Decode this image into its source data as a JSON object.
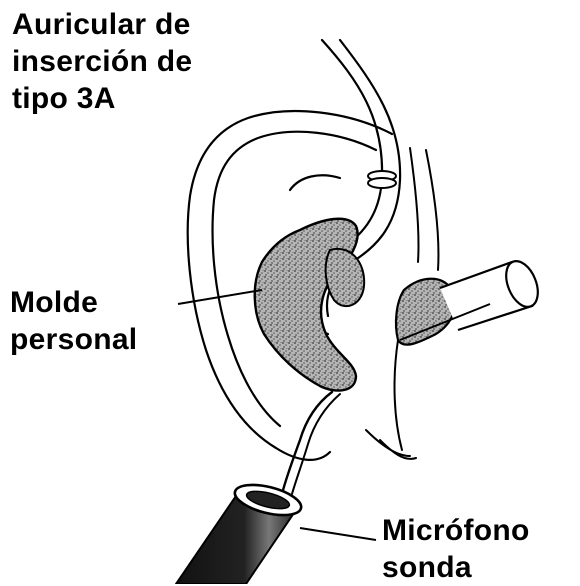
{
  "labels": {
    "insert_earphone": {
      "lines": [
        "Auricular de",
        "inserción de",
        "tipo 3A"
      ]
    },
    "custom_mold": {
      "lines": [
        "Molde",
        "personal"
      ]
    },
    "probe_microphone": {
      "lines": [
        "Micrófono",
        "sonda"
      ]
    }
  },
  "colors": {
    "ink": "#000000",
    "stipple": "#8a8a8a",
    "background": "#ffffff"
  }
}
